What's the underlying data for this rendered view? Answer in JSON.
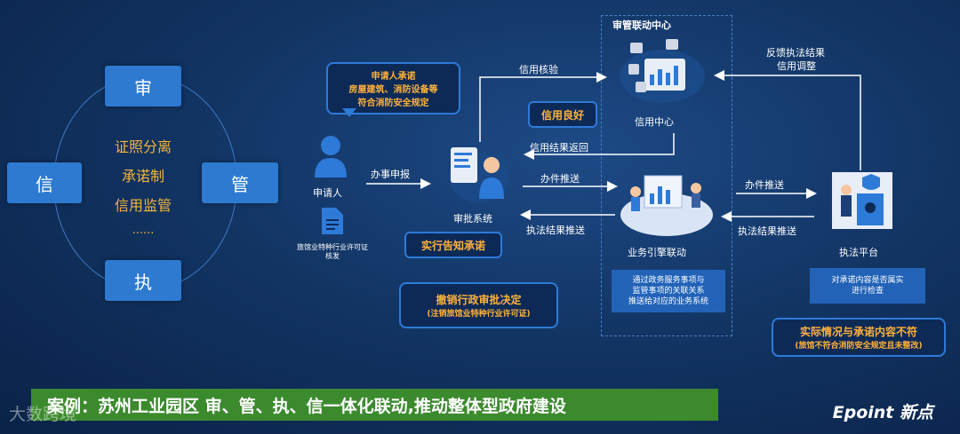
{
  "left_ring": {
    "top_box": "审",
    "left_box": "信",
    "right_box": "管",
    "bottom_box": "执",
    "core_lines": [
      "证照分离",
      "承诺制",
      "信用监管",
      "......"
    ]
  },
  "applicant": {
    "label": "申请人",
    "doc_label": "旅馆业特种行业许可证核发",
    "callout_lines": [
      "申请人承诺",
      "房屋建筑、消防设备等",
      "符合消防安全规定"
    ]
  },
  "approval": {
    "label": "审批系统",
    "tag_commit": "实行告知承诺",
    "revoke_title": "撤销行政审批决定",
    "revoke_sub": "(注销旅馆业特种行业许可证)"
  },
  "center": {
    "title": "审管联动中心",
    "credit_label": "信用中心",
    "credit_good": "信用良好",
    "engine_label": "业务引擎联动",
    "engine_desc": [
      "通过政务服务事项与",
      "监管事项的关联关系",
      "推送给对应的业务系统"
    ]
  },
  "enforcement": {
    "label": "执法平台",
    "check_desc": [
      "对承诺内容是否属实",
      "进行检查"
    ],
    "mismatch_title": "实际情况与承诺内容不符",
    "mismatch_sub": "(旅馆不符合消防安全规定且未整改)"
  },
  "arrows": {
    "apply": "办事申报",
    "credit_check": "信用核验",
    "credit_return": "信用结果返回",
    "push_case": "办件推送",
    "push_result_left": "执法结果推送",
    "push_case_right": "办件推送",
    "push_result_right": "执法结果推送",
    "feedback_1": "反馈执法结果",
    "feedback_2": "信用调整"
  },
  "footer": {
    "title": "案例：苏州工业园区 审、管、执、信一体化联动,推动整体型政府建设",
    "brand": "Epoint 新点",
    "watermark": "大数跨境"
  },
  "colors": {
    "accent_blue": "#2d7ad0",
    "highlight_orange": "#ffb23a",
    "footer_green": "#3c8a2e"
  }
}
